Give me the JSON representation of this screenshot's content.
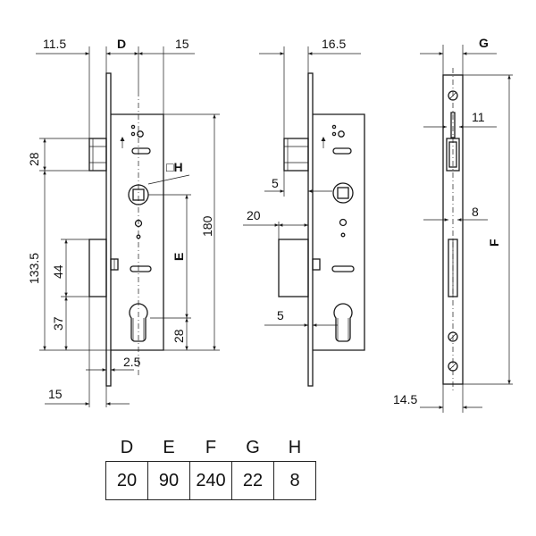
{
  "dimensions": {
    "front": {
      "d_left": "11.5",
      "d_label": "D",
      "d_right": "15",
      "h28": "28",
      "h133": "133.5",
      "h44": "44",
      "h37": "37",
      "v180": "180",
      "e_label": "E",
      "v28_bottom": "28",
      "faceplate": "2.5",
      "backset": "15",
      "square_label": "□H"
    },
    "side": {
      "top": "16.5",
      "latch": "5",
      "bolt": "20",
      "cyl": "5"
    },
    "faceplate_view": {
      "g_label": "G",
      "latch_w": "11",
      "bolt_w": "8",
      "f_label": "F",
      "width": "14.5"
    }
  },
  "table": {
    "headers": [
      "D",
      "E",
      "F",
      "G",
      "H"
    ],
    "values": [
      "20",
      "90",
      "240",
      "22",
      "8"
    ]
  }
}
